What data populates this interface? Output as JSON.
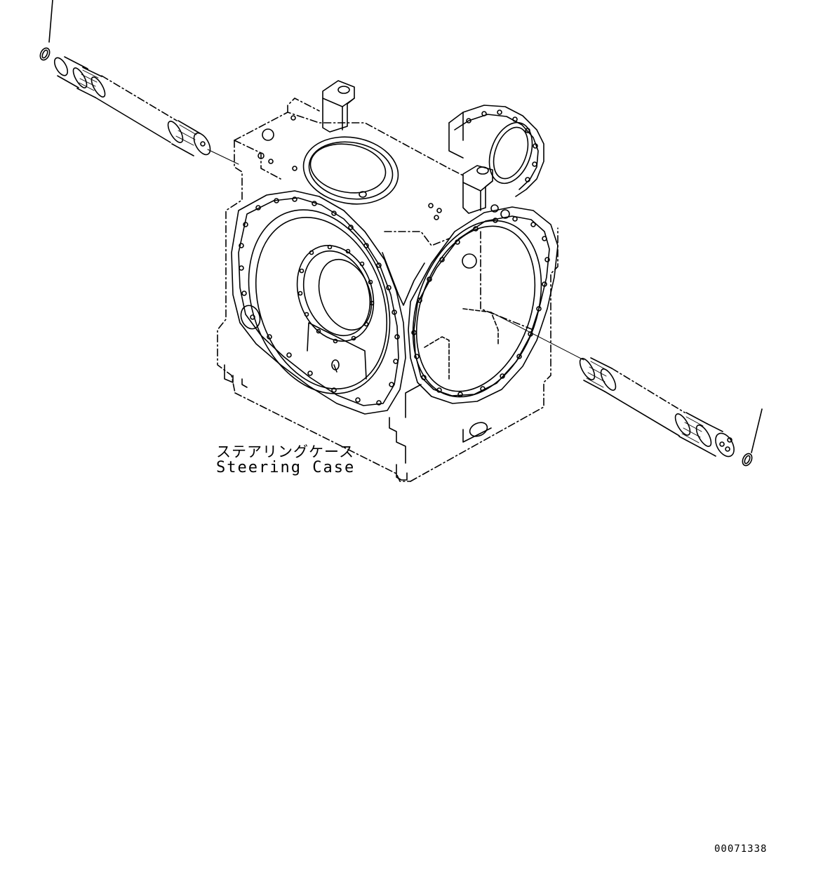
{
  "callout": {
    "name_jp": "ステアリングケース",
    "name_en": "Steering Case"
  },
  "reference_code": "00071338",
  "colors": {
    "line": "#000000",
    "background": "#ffffff"
  }
}
